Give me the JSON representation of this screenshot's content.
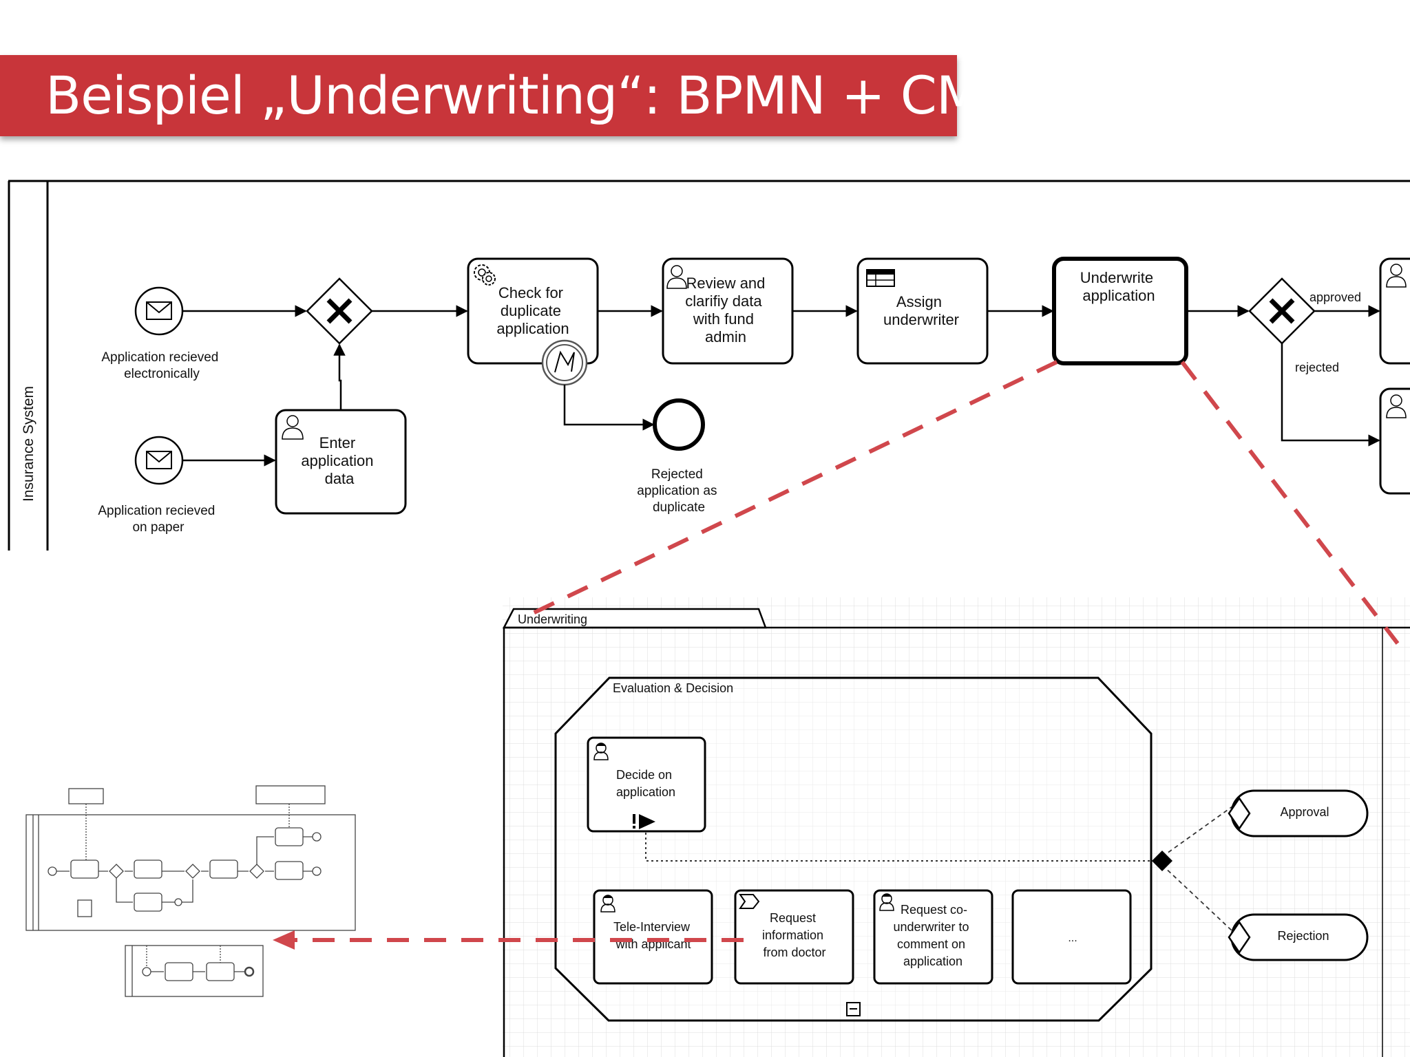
{
  "slide": {
    "title": "Beispiel „Underwriting“: BPMN + CMMN",
    "accent_color": "#c8353a"
  },
  "bpmn": {
    "pool_label": "Insurance System",
    "events": {
      "start_electronic": [
        "Application recieved",
        "electronically"
      ],
      "start_paper": [
        "Application recieved",
        "on paper"
      ],
      "end_duplicate": [
        "Rejected",
        "application as",
        "duplicate"
      ]
    },
    "tasks": {
      "enter_data": [
        "Enter",
        "application",
        "data"
      ],
      "check_duplicate": [
        "Check for",
        "duplicate",
        "application"
      ],
      "review": [
        "Review and",
        "clarifiy data",
        "with fund",
        "admin"
      ],
      "assign": [
        "Assign",
        "underwriter"
      ],
      "underwrite": [
        "Underwrite",
        "application"
      ]
    },
    "flows": {
      "approved": "approved",
      "rejected": "rejected"
    }
  },
  "cmmn": {
    "case_name": "Underwriting",
    "stage_name": "Evaluation & Decision",
    "tasks": {
      "decide": [
        "Decide on",
        "application"
      ],
      "tele": [
        "Tele-Interview",
        "with applicant"
      ],
      "doctor": [
        "Request",
        "information",
        "from doctor"
      ],
      "cowriter": [
        "Request co-",
        "underwriter to",
        "comment on",
        "application"
      ],
      "more": "..."
    },
    "milestones": {
      "approval": "Approval",
      "rejection": "Rejection"
    }
  }
}
